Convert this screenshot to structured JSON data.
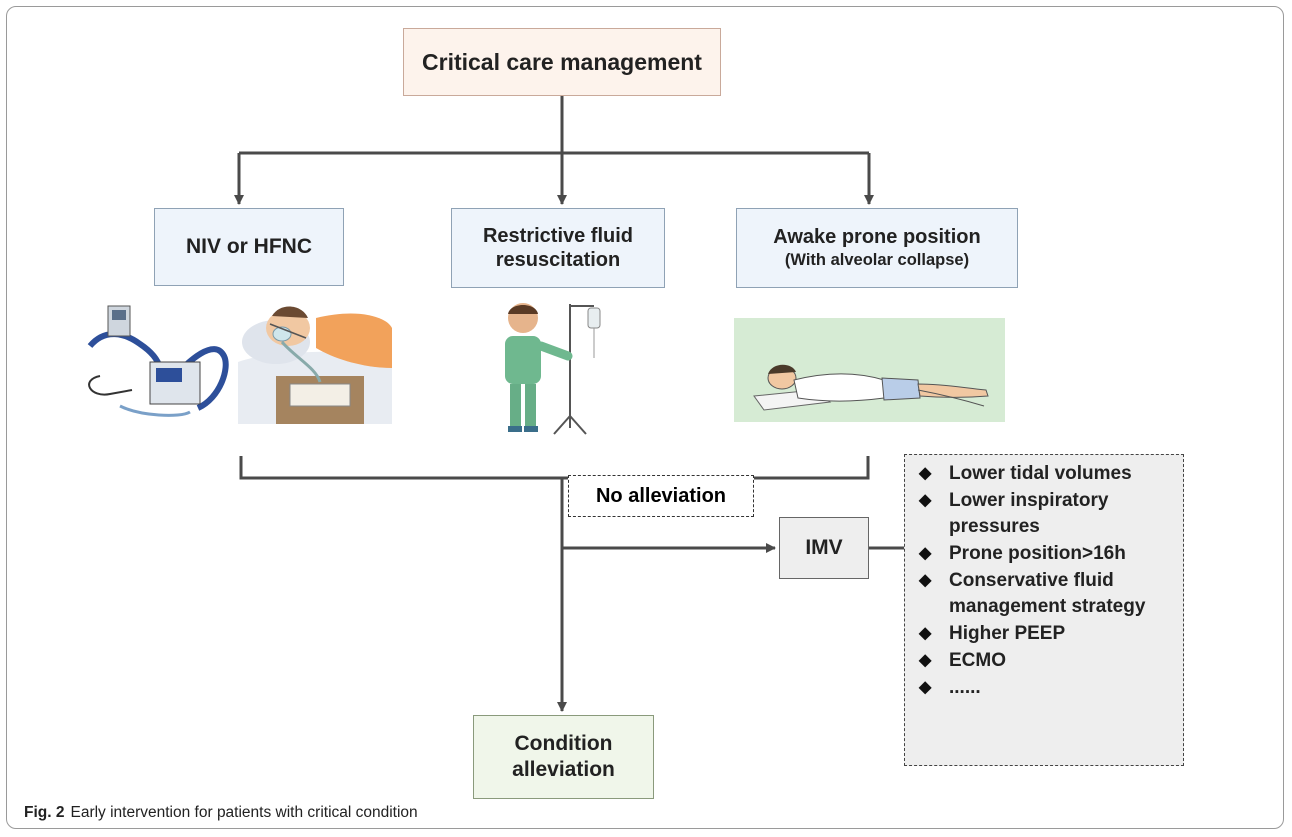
{
  "diagram": {
    "top_box": "Critical care management",
    "niv_box": "NIV or HFNC",
    "fluid_box": "Restrictive fluid resuscitation",
    "prone_box": {
      "line1": "Awake prone position",
      "line2": "(With alveolar collapse)"
    },
    "no_alleviation": "No alleviation",
    "imv_box": "IMV",
    "condition_box": "Condition alleviation",
    "imv_list": [
      "Lower tidal volumes",
      "Lower inspiratory pressures",
      "Prone position>16h",
      "Conservative fluid management strategy",
      "Higher PEEP",
      "ECMO",
      "......"
    ],
    "illustrations": [
      "ventilator-device-illustration",
      "patient-with-mask-illustration",
      "iv-drip-person-illustration",
      "prone-patient-illustration"
    ]
  },
  "caption": {
    "label": "Fig. 2",
    "text": "Early intervention for patients with critical condition"
  },
  "colors": {
    "top_fill": "#fdf3ec",
    "blue_fill": "#eef4fb",
    "imv_fill": "#eeeeee",
    "condition_fill": "#f0f6ea",
    "line": "#4a4a4a"
  }
}
